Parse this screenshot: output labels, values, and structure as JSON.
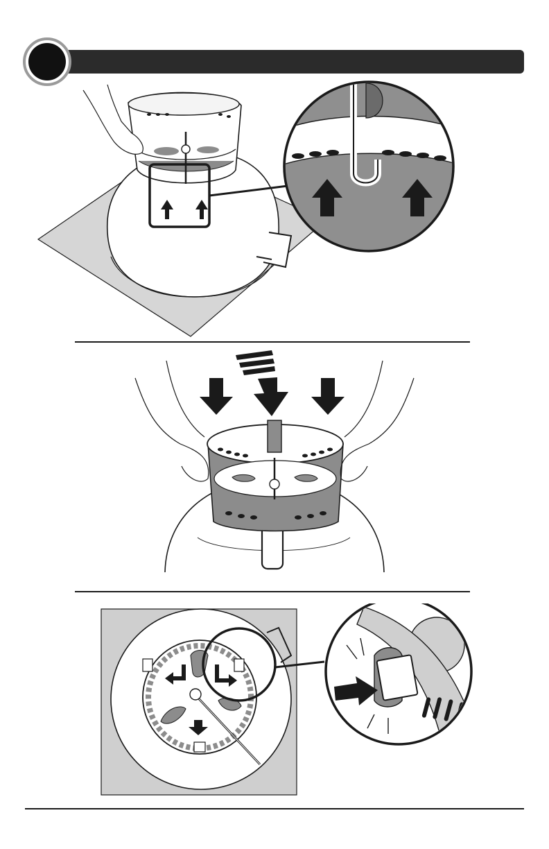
{
  "document": {
    "step_badge": {
      "number": ""
    },
    "palette": {
      "header_bar": "#2b2b2b",
      "badge_ring": "#9a9a9a",
      "line_art": "#1a1a1a",
      "metal_gray": "#8c8c8c",
      "zoom_fill": "#8f8f8f",
      "panel_fill": "#cfcfcf",
      "ground_mat": "#d6d6d6"
    },
    "figures": [
      {
        "id": "fig-1",
        "subject": "hands-lifting-ring-with-zoom-callout",
        "icons": [
          "up-arrow-icon",
          "up-arrow-icon"
        ]
      },
      {
        "id": "fig-2",
        "subject": "hands-pressing-ring-onto-kettle",
        "icons": [
          "down-arrow-icon",
          "down-arrow-icon",
          "down-arrow-icon"
        ]
      },
      {
        "id": "fig-3",
        "subject": "top-view-rotation-and-click-detail",
        "icons": [
          "rotate-arrow-icon",
          "rotate-arrow-icon",
          "down-arrow-icon",
          "push-arrow-icon"
        ]
      }
    ]
  }
}
